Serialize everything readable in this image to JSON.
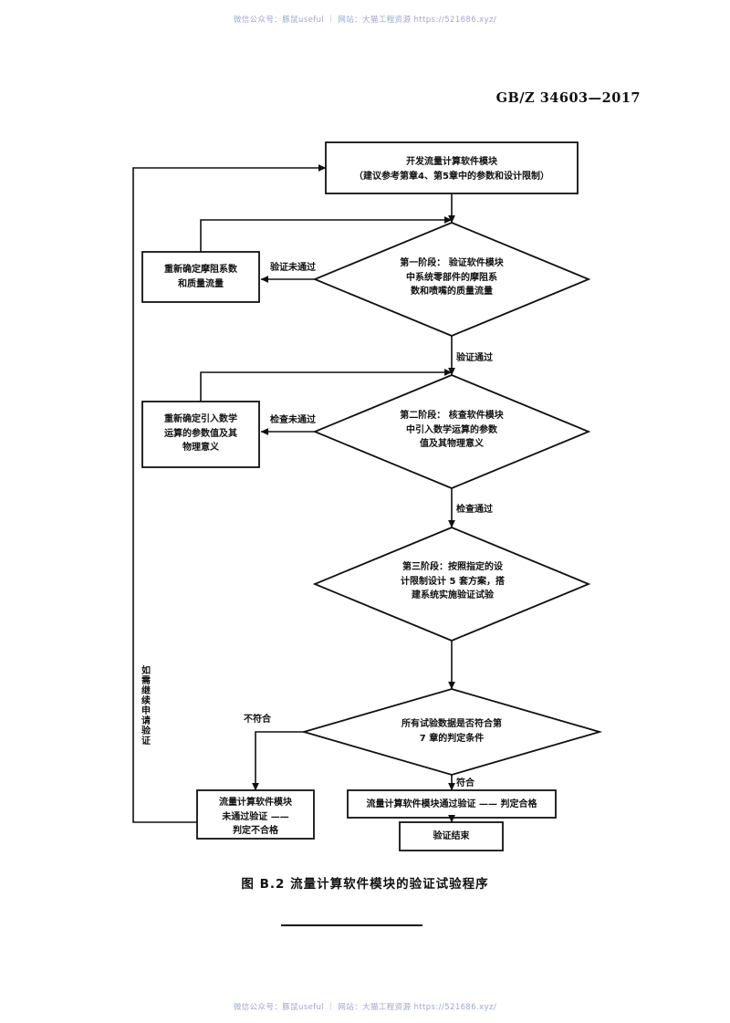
{
  "document": {
    "standard_number": "GB/Z 34603—2017",
    "watermark": "微信公众号：豚鼠useful ｜ 网站：大猫工程资源 https://521686.xyz/",
    "figure_caption": "图 B.2   流量计算软件模块的验证试验程序"
  },
  "flowchart": {
    "nodes": {
      "develop": {
        "line1": "开发流量计算软件模块",
        "line2": "（建议参考第章4、第5章中的参数和设计限制）"
      },
      "stage1": {
        "line1": "第一阶段：  验证软件模块",
        "line2": "中系统零部件的摩阻系",
        "line3": "数和喷嘴的质量流量"
      },
      "rework1": {
        "line1": "重新确定摩阻系数",
        "line2": "和质量流量"
      },
      "stage2": {
        "line1": "第二阶段：  核查软件模块",
        "line2": "中引入数学运算的参数",
        "line3": "值及其物理意义"
      },
      "rework2": {
        "line1": "重新确定引入数学",
        "line2": "运算的参数值及其",
        "line3": "物理意义"
      },
      "stage3": {
        "line1": "第三阶段：按照指定的设",
        "line2": "计限制设计 5 套方案，搭",
        "line3": "建系统实施验证试验"
      },
      "decision": {
        "line1": "所有试验数据是否符合第",
        "line2": "7 章的判定条件"
      },
      "fail": {
        "line1": "流量计算软件模块",
        "line2": "未通过验证 ——",
        "line3": "判定不合格"
      },
      "pass": {
        "line1": "流量计算软件模块通过验证 —— 判定合格"
      },
      "end": {
        "line1": "验证结束"
      }
    },
    "edge_labels": {
      "stage1_fail": "验证未通过",
      "stage1_pass": "验证通过",
      "stage2_fail": "检查未通过",
      "stage2_pass": "检查通过",
      "decision_fail": "不符合",
      "decision_pass": "符合",
      "reapply": "如需继续申请验证"
    }
  }
}
